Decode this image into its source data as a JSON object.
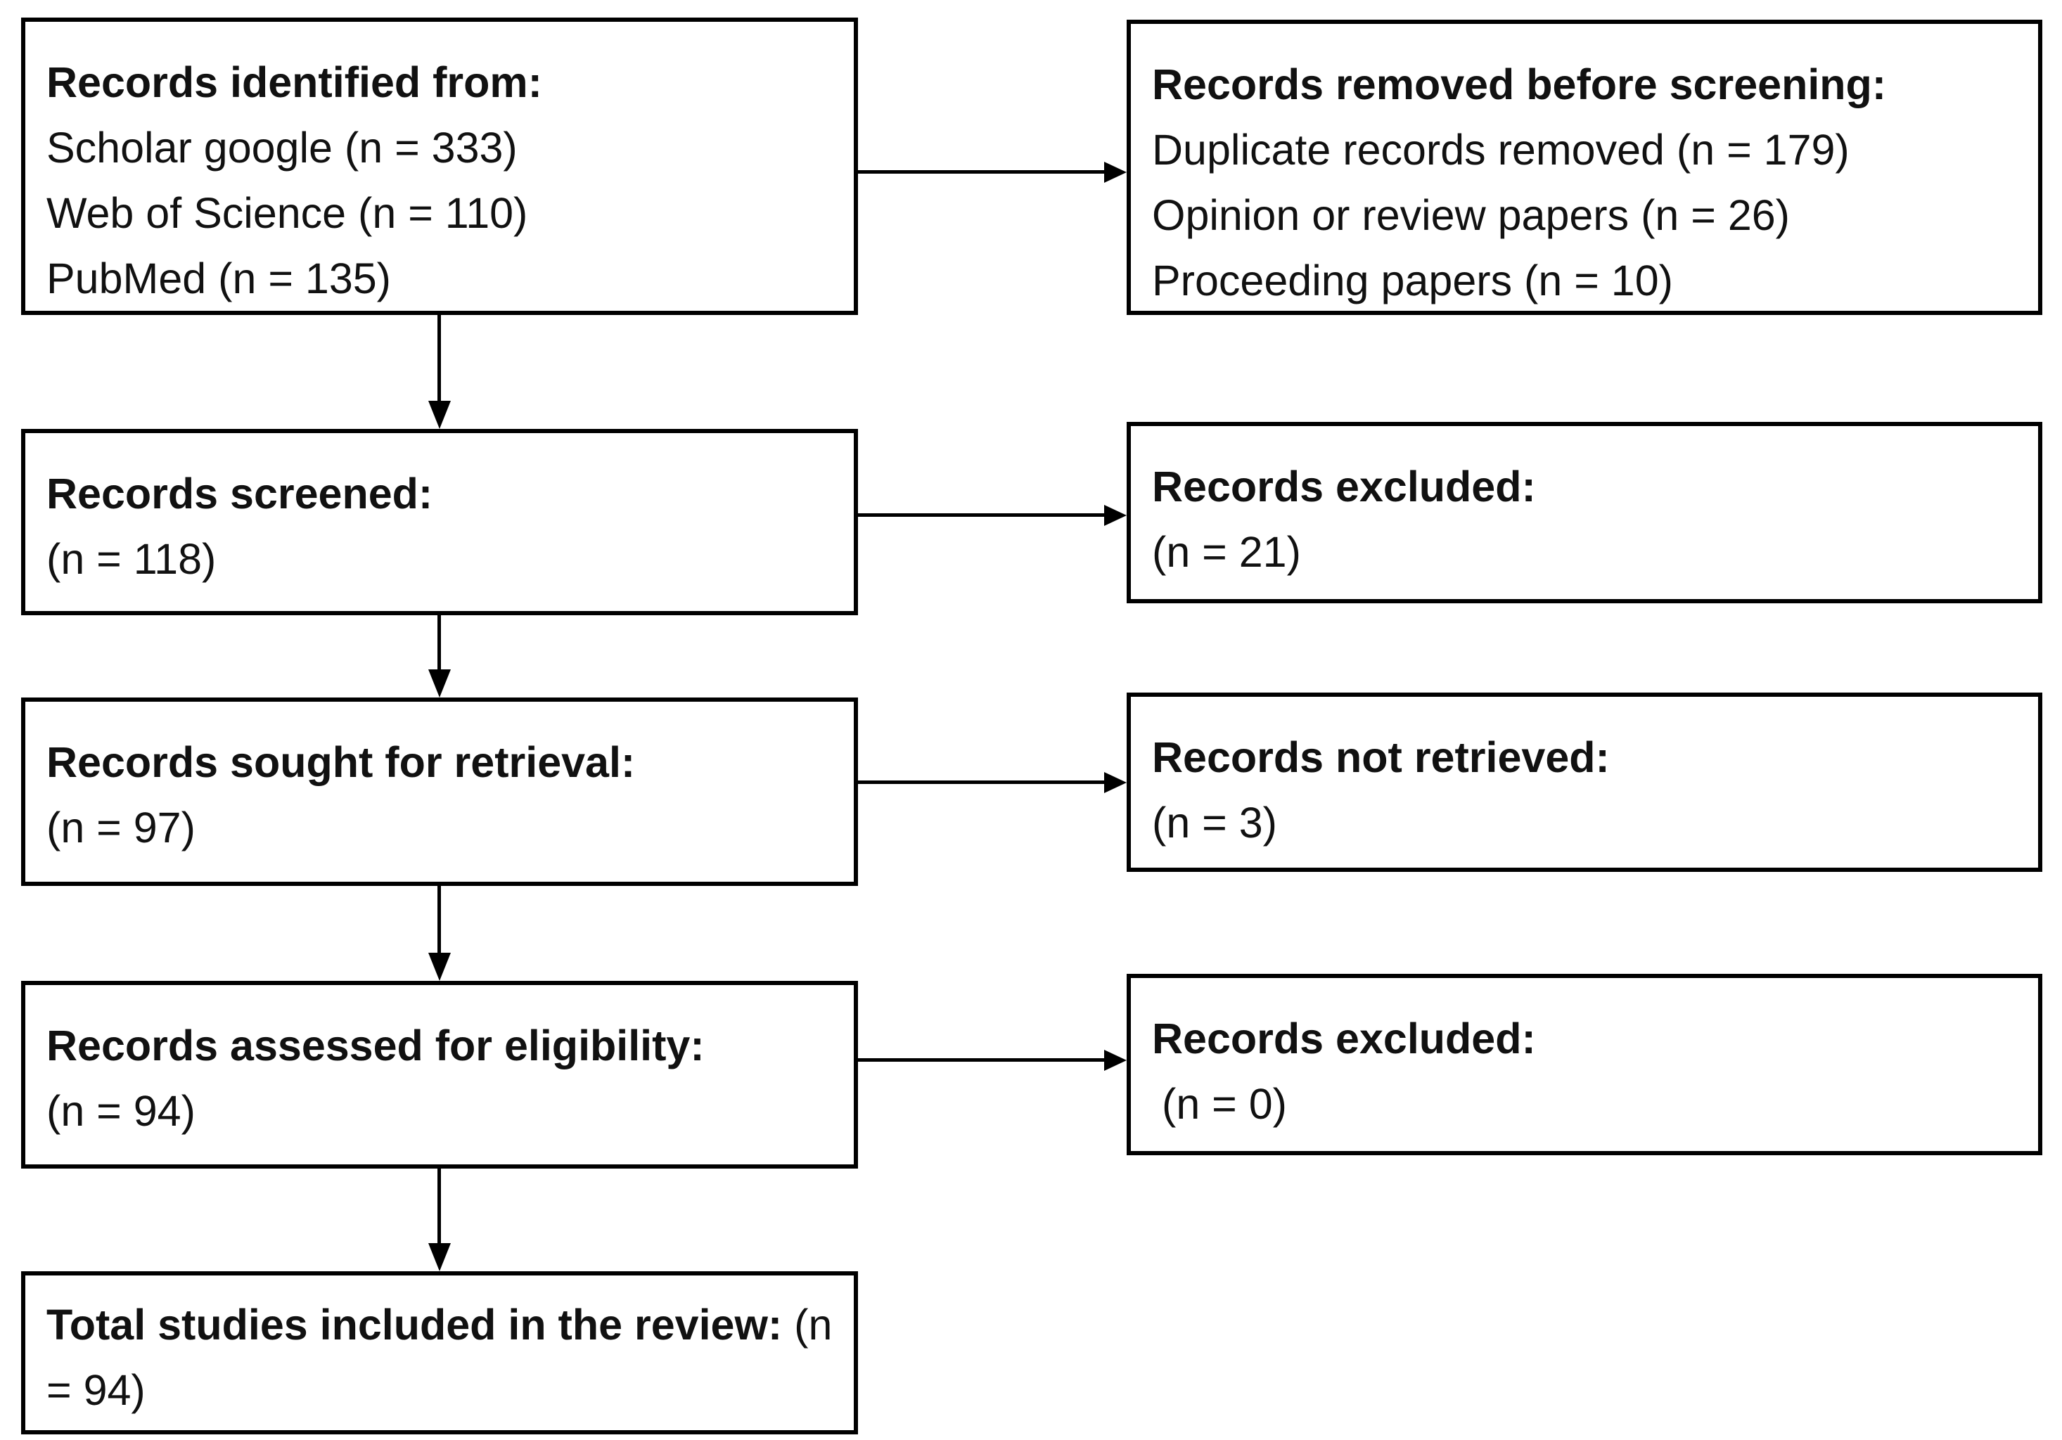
{
  "colors": {
    "line": "#000000",
    "text": "#111111",
    "background": "#ffffff"
  },
  "boxes": {
    "identified": {
      "title": "Records identified from:",
      "lines": [
        "Scholar google (n = 333)",
        "Web of Science (n = 110)",
        "PubMed (n = 135)"
      ]
    },
    "removed_before_screening": {
      "title": "Records removed before screening:",
      "lines": [
        "Duplicate records removed (n = 179)",
        "Opinion or review papers (n = 26)",
        "Proceeding papers (n = 10)"
      ]
    },
    "screened": {
      "title": "Records screened:",
      "count": "(n = 118)"
    },
    "excluded_after_screening": {
      "title": "Records excluded:",
      "count": "(n = 21)"
    },
    "sought_for_retrieval": {
      "title": "Records sought for retrieval:",
      "count": "(n = 97)"
    },
    "not_retrieved": {
      "title": "Records not retrieved:",
      "count": "(n = 3)"
    },
    "assessed_for_eligibility": {
      "title": "Records assessed for eligibility:",
      "count": "(n = 94)"
    },
    "excluded_after_eligibility": {
      "title": "Records excluded:",
      "count": "(n = 0)"
    },
    "included_in_review": {
      "title": "Total studies included in the review:",
      "count": "(n = 94)"
    }
  }
}
